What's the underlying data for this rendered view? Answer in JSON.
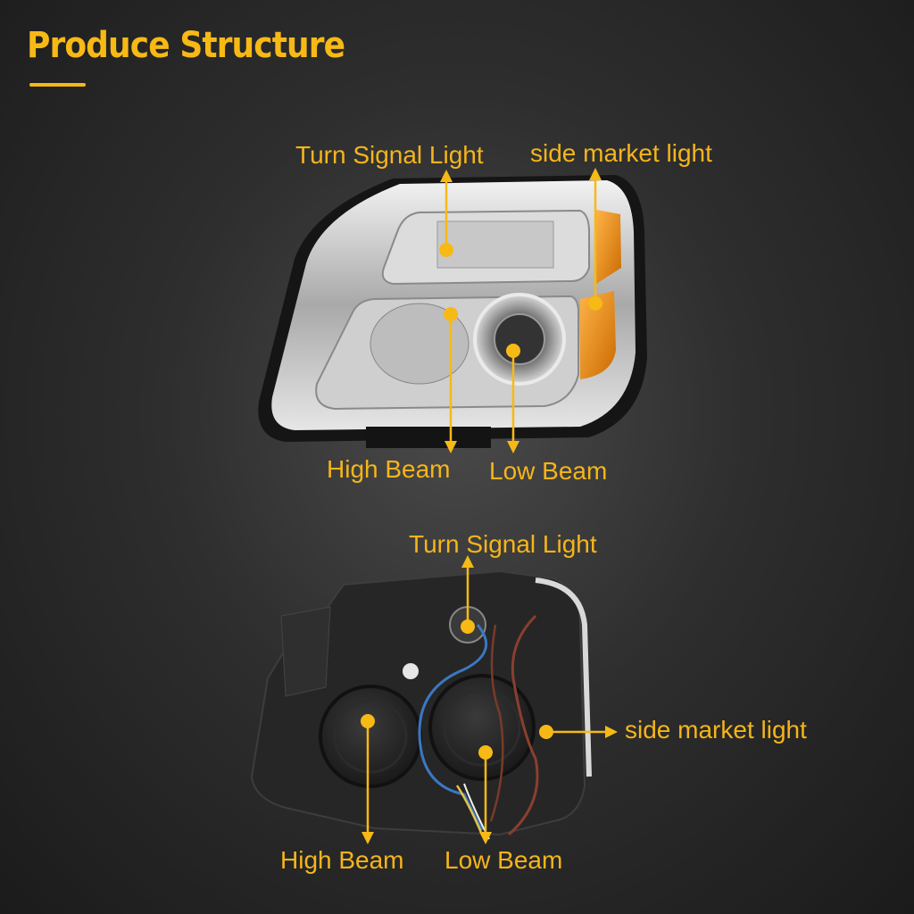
{
  "page": {
    "title": "Produce Structure",
    "accent_color": "#f7b915"
  },
  "front_view": {
    "labels": {
      "turn_signal": "Turn Signal Light",
      "side_marker": "side market light",
      "high_beam": "High Beam",
      "low_beam": "Low Beam"
    }
  },
  "rear_view": {
    "labels": {
      "turn_signal": "Turn Signal Light",
      "side_marker": "side market light",
      "high_beam": "High Beam",
      "low_beam": "Low Beam"
    }
  }
}
